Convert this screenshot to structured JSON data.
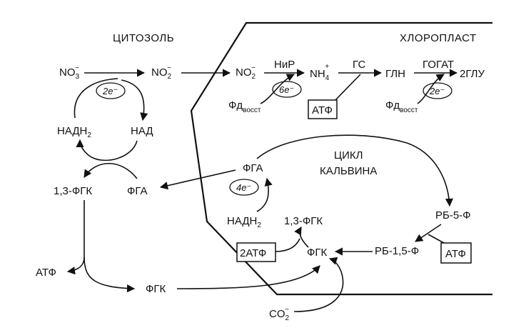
{
  "compartments": {
    "cytosol": "ЦИТОЗОЛЬ",
    "chloroplast": "ХЛОРОПЛАСТ"
  },
  "cycle_title": [
    "ЦИКЛ",
    "КАЛЬВИНА"
  ],
  "metabolites": {
    "nitrate_base": "NO",
    "nitrate_sub": "3",
    "nitrate_sup": "−",
    "nitrite_base": "NO",
    "nitrite_sub": "2",
    "nitrite_sup": "−",
    "ammonium_base": "NH",
    "ammonium_sub": "4",
    "ammonium_sup": "+",
    "gln": "ГЛН",
    "glu": "2ГЛУ",
    "nadh_base": "НАДН",
    "nadh_sub": "2",
    "nad": "НАД",
    "bpg": "1,3-ФГК",
    "pga": "ФГА",
    "pgk": "ФГК",
    "rb5p": "РБ-5-Ф",
    "rubp": "РБ-1,5-Ф",
    "atp": "АТФ",
    "co2_base": "CO",
    "co2_sub": "2",
    "co2_sup": "−"
  },
  "enzymes": {
    "nir": "НиР",
    "gs": "ГС",
    "gogat": "ГОГАТ"
  },
  "ferredoxin": {
    "base": "Фд",
    "sub": "восст"
  },
  "electrons": {
    "e2": "2e⁻",
    "e6": "6e⁻",
    "e4": "4e⁻"
  },
  "boxes": {
    "atp": "АТФ",
    "atp2": "2АТФ"
  }
}
